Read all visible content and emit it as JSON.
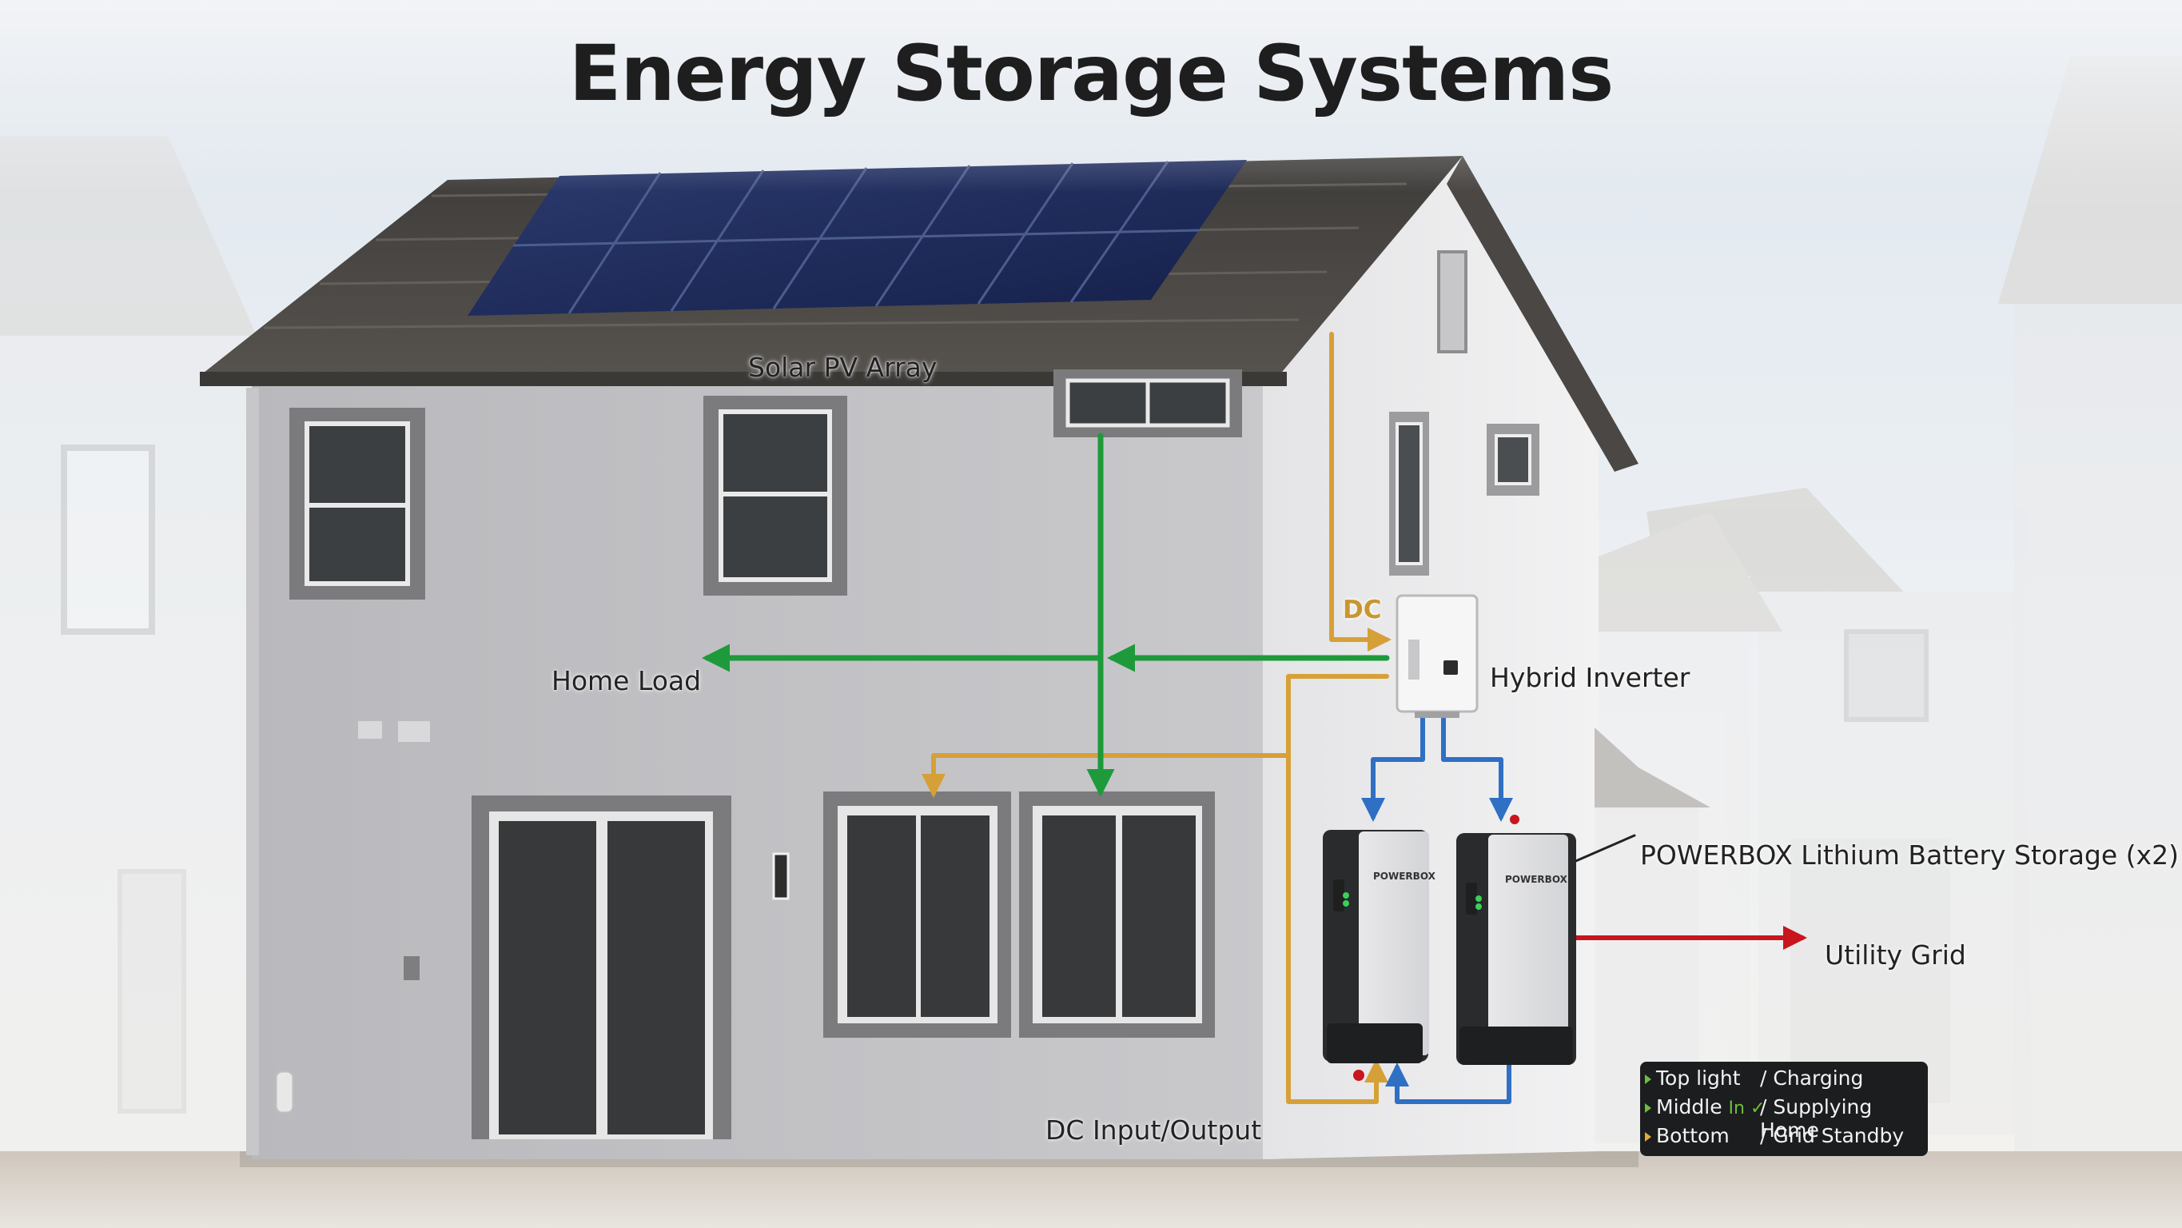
{
  "title": "Energy Storage Systems",
  "labels": {
    "solar_pv_array": "Solar PV Array",
    "home_load": "Home Load",
    "dc": "DC",
    "hybrid_inverter": "Hybrid Inverter",
    "battery_storage": "POWERBOX Lithium Battery Storage (x2)",
    "utility_grid": "Utility Grid",
    "dc_input_output": "DC Input/Output"
  },
  "battery_brand": "POWERBOX",
  "legend": [
    {
      "light": "Top light",
      "extra": "",
      "status": "/ Charging",
      "marker_color": "#6dbf3a"
    },
    {
      "light": "Middle",
      "extra": "In ✓",
      "status": "/ Supplying Home",
      "marker_color": "#6dbf3a"
    },
    {
      "light": "Bottom",
      "extra": "",
      "status": "/ Grid Standby",
      "marker_color": "#e6a935"
    }
  ],
  "colors": {
    "green_flow": "#1e9a3a",
    "dc_flow": "#d6a038",
    "blue_flow": "#2f6fc4",
    "grid_flow": "#c8151e"
  }
}
